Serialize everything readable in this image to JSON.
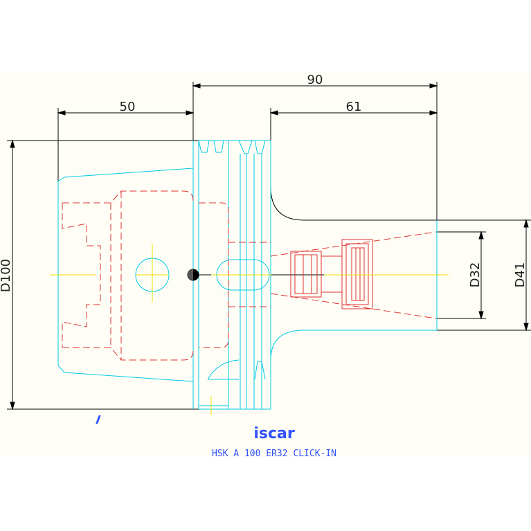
{
  "drawing": {
    "dimensions": {
      "overall_length": "90",
      "shank_length": "50",
      "gauge_length": "61",
      "diameter_main": "D100",
      "diameter_collet": "D32",
      "diameter_nose": "D41"
    },
    "brand": "iscar",
    "caption": "HSK A 100 ER32 CLICK-IN"
  },
  "colors": {
    "background": "#fefef6",
    "outline": "#00c8e6",
    "hidden": "#e03030",
    "dimension": "#000000",
    "center": "#f0e000",
    "text": "#3050ff"
  }
}
